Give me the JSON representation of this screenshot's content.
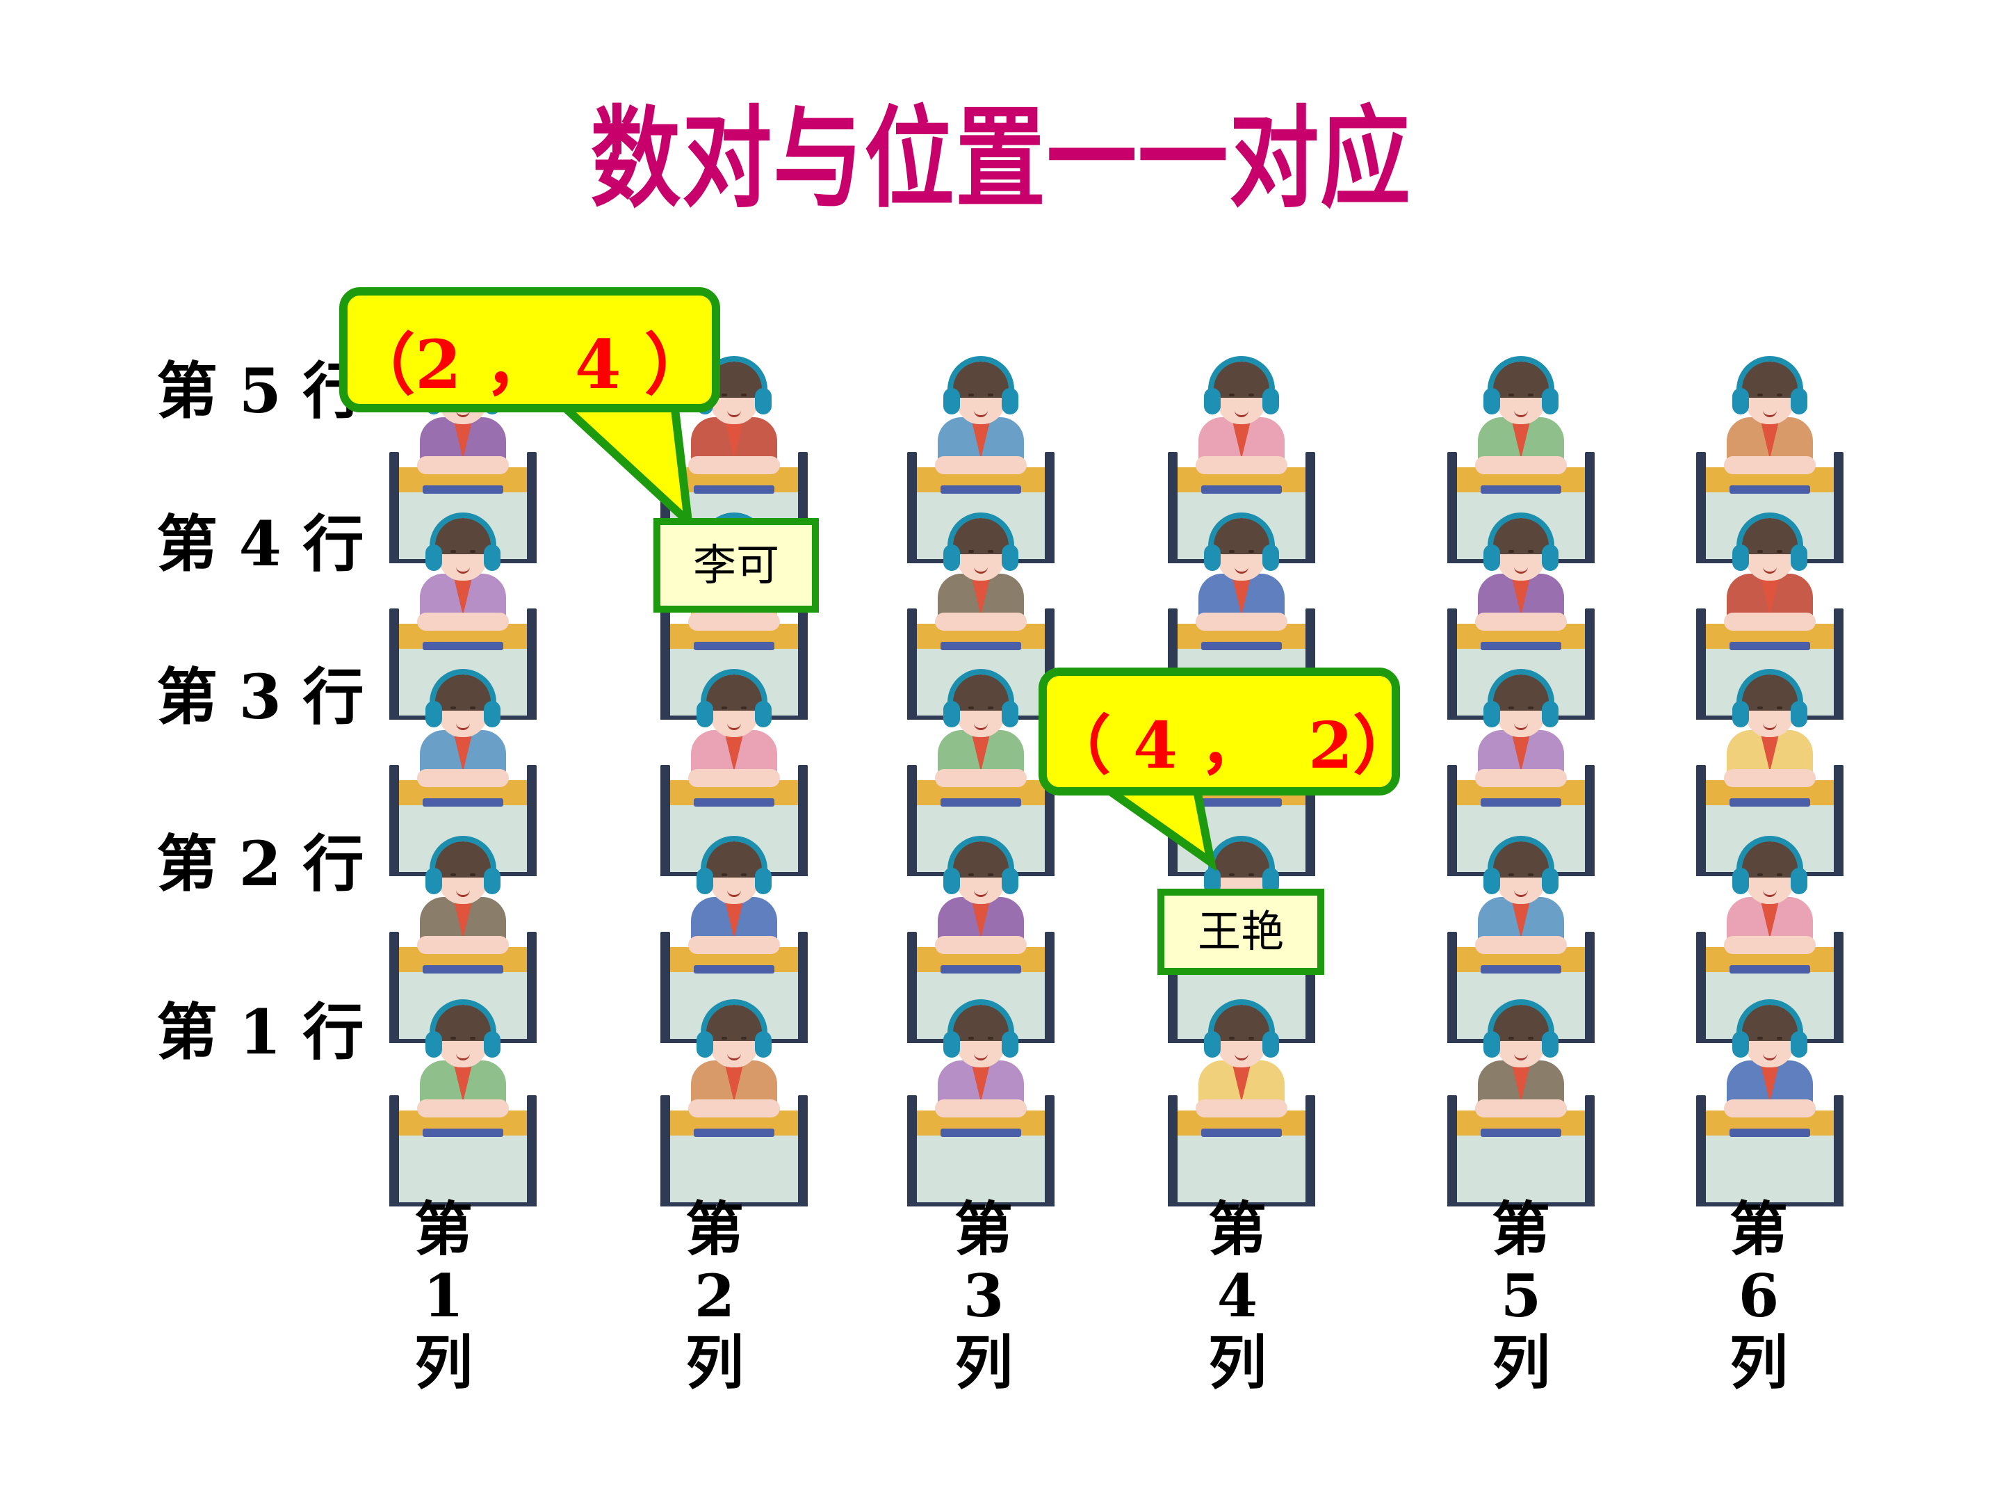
{
  "title": {
    "text": "数对与位置一一对应",
    "color": "#C7006B"
  },
  "rows": [
    {
      "label": "第 5 行",
      "number": 5
    },
    {
      "label": "第 4 行",
      "number": 4
    },
    {
      "label": "第 3 行",
      "number": 3
    },
    {
      "label": "第 2 行",
      "number": 2
    },
    {
      "label": "第 1 行",
      "number": 1
    }
  ],
  "columns": [
    {
      "prefix": "第",
      "number": "1",
      "suffix": "列"
    },
    {
      "prefix": "第",
      "number": "2",
      "suffix": "列"
    },
    {
      "prefix": "第",
      "number": "3",
      "suffix": "列"
    },
    {
      "prefix": "第",
      "number": "4",
      "suffix": "列"
    },
    {
      "prefix": "第",
      "number": "5",
      "suffix": "列"
    },
    {
      "prefix": "第",
      "number": "6",
      "suffix": "列"
    }
  ],
  "grid": {
    "columns": 6,
    "rows": 5,
    "description": "6列×5行 学生座位图，每位学生戴蓝色耳机、系红领巾"
  },
  "callouts": [
    {
      "id": "li-ke",
      "pair": "（2 ， 4 ）",
      "name": "李可",
      "column": 2,
      "row": 4
    },
    {
      "id": "wang-yan",
      "pair": "（ 4 ，  2）",
      "name": "王艳",
      "column": 4,
      "row": 2
    }
  ],
  "colors": {
    "title": "#C7006B",
    "bubble_fill": "#FFFF00",
    "bubble_border": "#1E9A0E",
    "pair_text": "#FF0000",
    "namebox_fill": "#FFFFCC",
    "desk_top": "#E7B240",
    "desk_panel": "#D3E3DC",
    "desk_frame": "#2F3A55",
    "headphones": "#1E90B4",
    "scarf": "#E0533D"
  }
}
